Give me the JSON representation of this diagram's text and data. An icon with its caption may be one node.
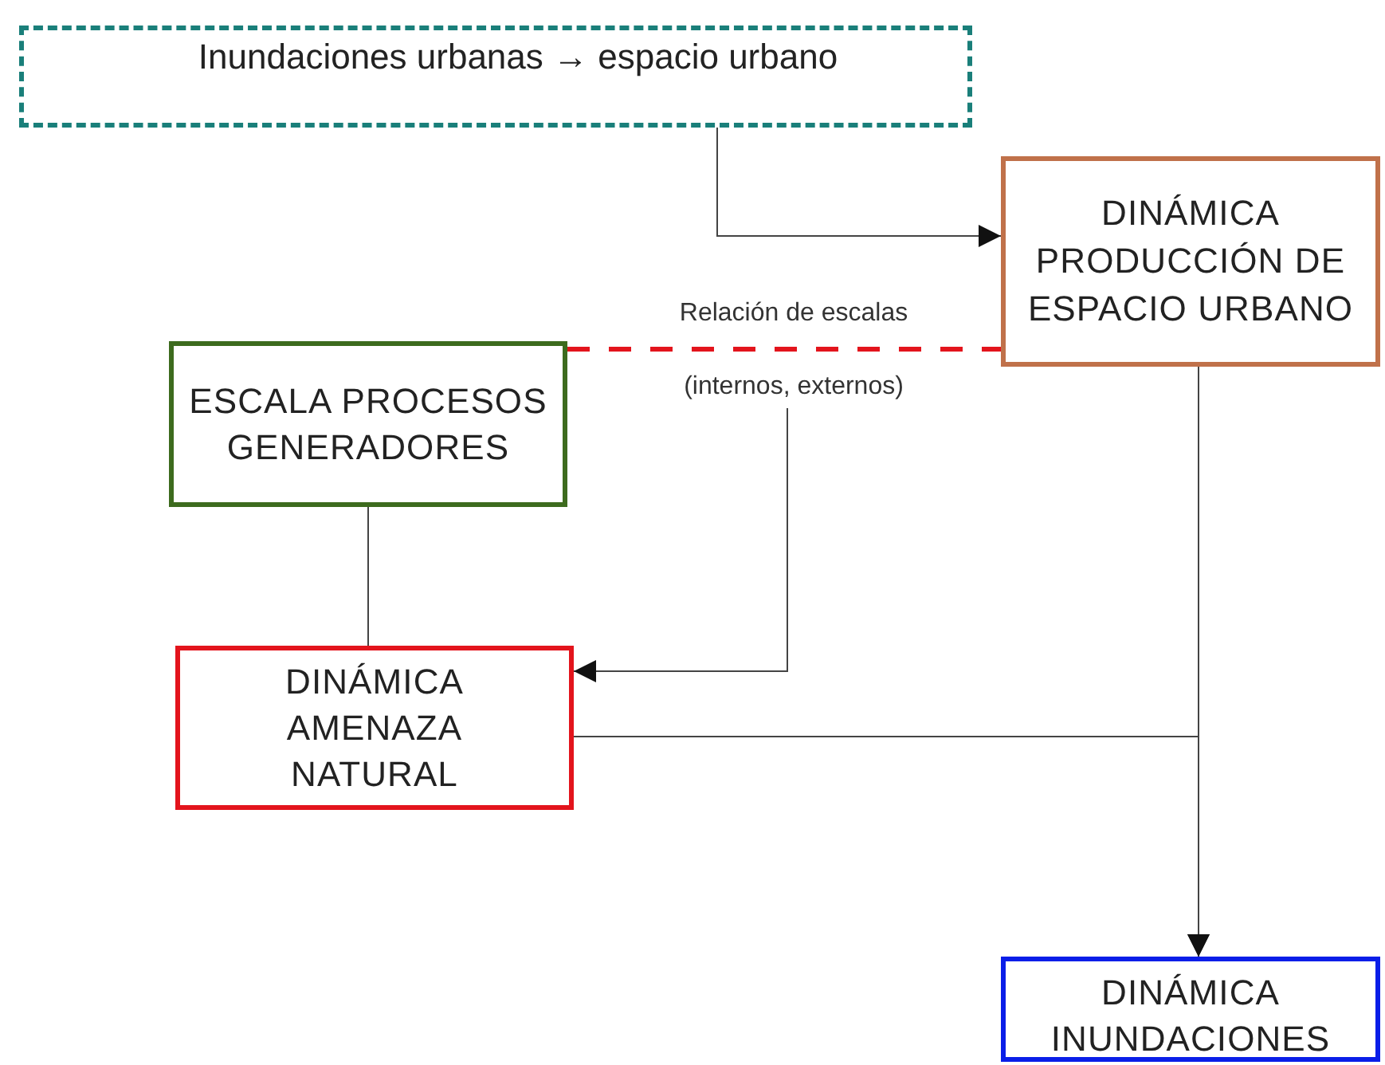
{
  "diagram": {
    "nodes": [
      {
        "text": [
          "Inundaciones urbanas → espacio urbano"
        ]
      },
      {
        "text": [
          "DINÁMICA PRODUCCIÓN DE ESPACIO URBANO"
        ]
      },
      {
        "text": [
          "ESCALA PROCESOS GENERADORES"
        ]
      },
      {
        "text": [
          "DINÁMICA AMENAZA NATURAL"
        ]
      },
      {
        "text": [
          "DINÁMICA INUNDACIONES"
        ]
      },
      {
        "text": [
          "(internos, externos)"
        ]
      }
    ],
    "edges": [
      {
        "from": 0,
        "to": 1,
        "arrow": "to"
      },
      {
        "from": 2,
        "to": 1,
        "arrow": "none",
        "label": "Relación de escalas",
        "style": "dashed",
        "color": "#e3141c"
      },
      {
        "from": 5,
        "to": 3,
        "arrow": "to"
      },
      {
        "from": 2,
        "to": 3,
        "arrow": "none"
      },
      {
        "from": 1,
        "to": 4,
        "arrow": "to"
      },
      {
        "from": 3,
        "to": 4,
        "arrow": "to"
      }
    ]
  }
}
